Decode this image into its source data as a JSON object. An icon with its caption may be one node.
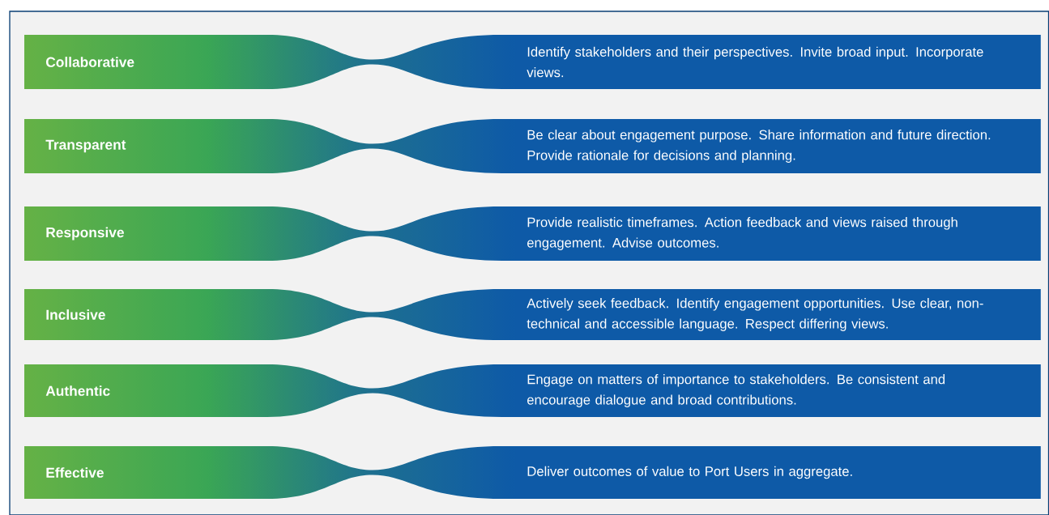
{
  "diagram": {
    "nodes": [
      {
        "text": [
          "Collaborative",
          "Identify stakeholders and their perspectives. Invite broad input. Incorporate views."
        ]
      },
      {
        "text": [
          "Transparent",
          "Be clear about engagement purpose. Share information and future direction. Provide rationale for decisions and planning."
        ]
      },
      {
        "text": [
          "Responsive",
          "Provide realistic timeframes. Action feedback and views raised through engagement. Advise outcomes."
        ]
      },
      {
        "text": [
          "Inclusive",
          "Actively seek feedback. Identify engagement opportunities. Use clear, non-technical and accessible language. Respect differing views."
        ]
      },
      {
        "text": [
          "Authentic",
          "Engage on matters of importance to stakeholders. Be consistent and encourage dialogue and broad contributions."
        ]
      },
      {
        "text": [
          "Effective",
          "Deliver outcomes of value to Port Users in aggregate."
        ]
      }
    ]
  }
}
